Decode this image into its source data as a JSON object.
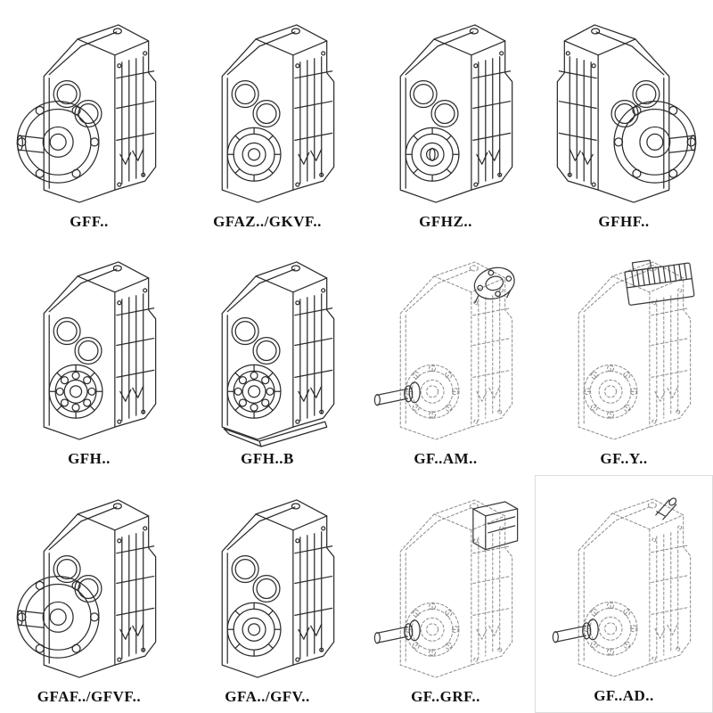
{
  "page": {
    "kind": "gear-unit-catalog-sheet",
    "background": "#ffffff"
  },
  "colors": {
    "line": "#2c2c2c",
    "dashed_line": "#8f8f8f",
    "label_text": "#111111"
  },
  "items": [
    {
      "label": "GFF..",
      "variant": "output-flange-with-shaft",
      "line_style": "solid"
    },
    {
      "label": "GFAZ../GKVF..",
      "variant": "hollow-shaft-hub",
      "line_style": "solid"
    },
    {
      "label": "GFHZ..",
      "variant": "hollow-shaft-hub",
      "line_style": "solid"
    },
    {
      "label": "GFHF..",
      "variant": "output-flange-right",
      "line_style": "solid"
    },
    {
      "label": "GFH..",
      "variant": "hollow-shaft-with-bearing",
      "line_style": "solid"
    },
    {
      "label": "GFH..B",
      "variant": "hollow-shaft-bearing-with-foot",
      "line_style": "solid"
    },
    {
      "label": "GF..AM..",
      "variant": "input-flange-adapter",
      "line_style": "dashed"
    },
    {
      "label": "GF..Y..",
      "variant": "mounted-motor",
      "line_style": "dashed"
    },
    {
      "label": "GFAF../GFVF..",
      "variant": "output-flange-with-shaft",
      "line_style": "solid"
    },
    {
      "label": "GFA../GFV..",
      "variant": "hollow-shaft-hub",
      "line_style": "solid"
    },
    {
      "label": "GF..GRF..",
      "variant": "coupling-adapter-housing",
      "line_style": "dashed"
    },
    {
      "label": "GF..AD..",
      "variant": "free-input-shaft",
      "line_style": "dashed"
    }
  ]
}
